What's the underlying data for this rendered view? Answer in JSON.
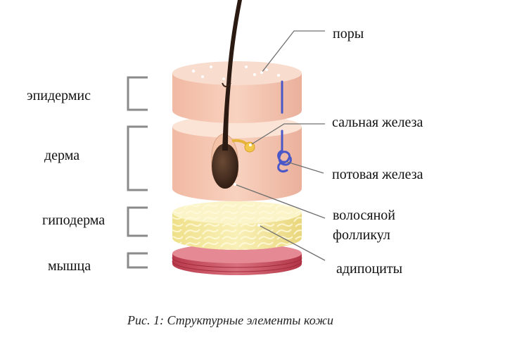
{
  "layers": {
    "epidermis": "эпидермис",
    "dermis": "дерма",
    "hypodermis": "гиподерма",
    "muscle": "мышца"
  },
  "callouts": {
    "pores": "поры",
    "sebaceous": "сальная железа",
    "sweat": "потовая железа",
    "follicle_line1": "волосяной",
    "follicle_line2": "фолликул",
    "adipocytes": "адипоциты"
  },
  "caption": "Рис. 1: Структурные элементы кожи",
  "colors": {
    "bracket": "#8a8a8a",
    "leader": "#707070",
    "skin_top": "#f8d8c6",
    "skin_side": "#f2c1aa",
    "fat": "#f4e9a4",
    "muscle": "#d25a6a",
    "hair": "#2a1a12",
    "vessel": "#4a57c8"
  }
}
